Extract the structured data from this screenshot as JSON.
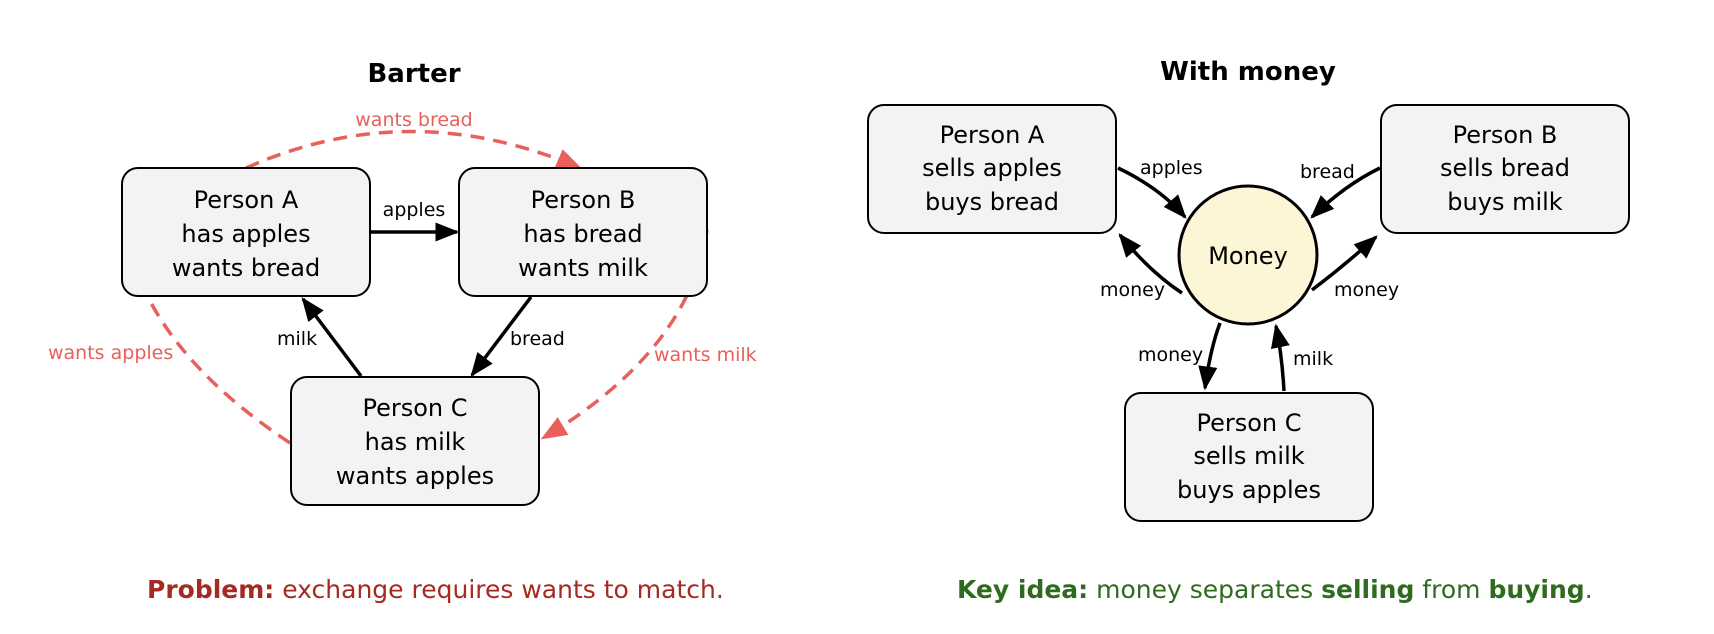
{
  "colors": {
    "node_fill": "#f3f3f3",
    "node_stroke": "#000000",
    "money_fill": "#fdf6d6",
    "want_color": "#e8605a",
    "problem_color": "#a52a22",
    "key_idea_color": "#2f6b1f"
  },
  "barter": {
    "title": "Barter",
    "nodes": [
      {
        "id": "A",
        "lines": [
          "Person A",
          "has apples",
          "wants bread"
        ]
      },
      {
        "id": "B",
        "lines": [
          "Person B",
          "has bread",
          "wants milk"
        ]
      },
      {
        "id": "C",
        "lines": [
          "Person C",
          "has milk",
          "wants apples"
        ]
      }
    ],
    "trades": [
      {
        "from": "A",
        "to": "B",
        "label": "apples"
      },
      {
        "from": "B",
        "to": "C",
        "label": "bread"
      },
      {
        "from": "C",
        "to": "A",
        "label": "milk"
      }
    ],
    "wants": [
      {
        "from": "A",
        "to": "B",
        "label": "wants bread"
      },
      {
        "from": "B",
        "to": "C",
        "label": "wants milk"
      },
      {
        "from": "C",
        "to": "A",
        "label": "wants apples"
      }
    ],
    "caption": {
      "bold": "Problem:",
      "text": " exchange requires wants to match."
    }
  },
  "money": {
    "title": "With money",
    "hub_label": "Money",
    "nodes": [
      {
        "id": "A",
        "lines": [
          "Person A",
          "sells apples",
          "buys bread"
        ]
      },
      {
        "id": "B",
        "lines": [
          "Person B",
          "sells bread",
          "buys milk"
        ]
      },
      {
        "id": "C",
        "lines": [
          "Person C",
          "sells milk",
          "buys apples"
        ]
      }
    ],
    "edges": [
      {
        "from": "A",
        "to": "Money",
        "label": "apples"
      },
      {
        "from": "Money",
        "to": "A",
        "label": "money"
      },
      {
        "from": "B",
        "to": "Money",
        "label": "bread"
      },
      {
        "from": "Money",
        "to": "B",
        "label": "money"
      },
      {
        "from": "Money",
        "to": "C",
        "label": "money"
      },
      {
        "from": "C",
        "to": "Money",
        "label": "milk"
      }
    ],
    "caption": {
      "bold1": "Key idea:",
      "t1": " money separates ",
      "bold2": "selling",
      "t2": " from ",
      "bold3": "buying",
      "t3": "."
    }
  }
}
